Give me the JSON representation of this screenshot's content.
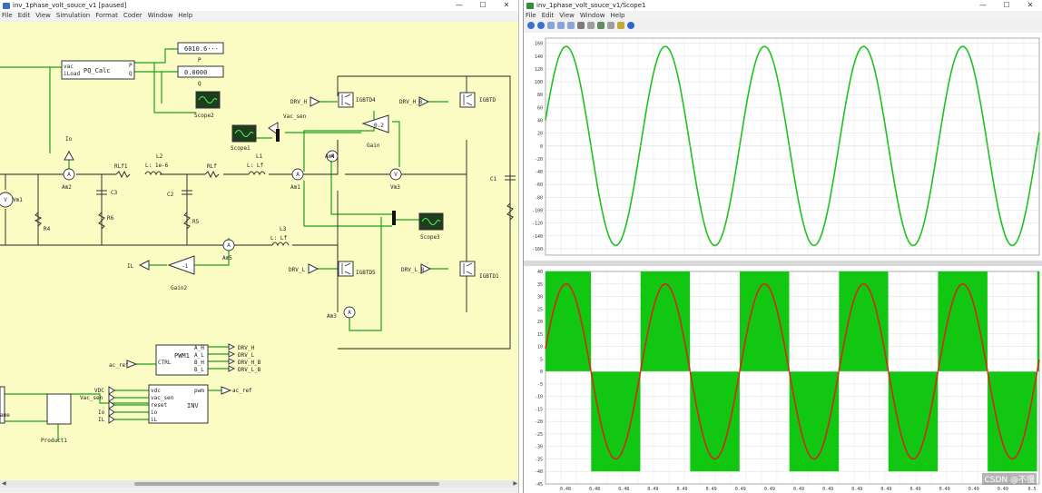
{
  "sim_window": {
    "title": "inv_1phase_volt_souce_v1 [paused]",
    "menu": [
      "File",
      "Edit",
      "View",
      "Simulation",
      "Format",
      "Coder",
      "Window",
      "Help"
    ],
    "controls": {
      "minimize": "—",
      "maximize": "☐",
      "close": "✕"
    }
  },
  "scope_window": {
    "title": "inv_1phase_volt_souce_v1/Scope1",
    "menu": [
      "File",
      "Edit",
      "View",
      "Window",
      "Help"
    ],
    "controls": {
      "minimize": "—",
      "maximize": "☐",
      "close": "✕"
    }
  },
  "colors": {
    "wire": "#1aa31a",
    "trace_green": "#1fc21f",
    "trace_red": "#d22a1a",
    "fill_green": "#12c712",
    "canvas": "#fbfbc4"
  },
  "schematic": {
    "pq_calc": {
      "label": "PQ_Calc",
      "ports_in": [
        "vac",
        "iLoad"
      ],
      "ports_out": [
        "P",
        "Q"
      ]
    },
    "displays": [
      {
        "value": "6010.6···",
        "label": "P"
      },
      {
        "value": "0.0000",
        "label": "Q"
      }
    ],
    "scopes": [
      "Scope2",
      "Scope1",
      "Scope3"
    ],
    "labels": {
      "io": "Io",
      "am2": "Am2",
      "am1": "Am1",
      "am4": "Am4",
      "am3": "Am3",
      "am5": "Am5",
      "vm1": "Vm1",
      "vm3": "Vm3",
      "rlf1": "RLf1",
      "l2": "L2",
      "l2_val": "L: 1e-6",
      "rlf": "RLf",
      "l1": "L1",
      "l1_val": "L: Lf",
      "l3": "L3",
      "l3_val": "L: Lf",
      "c3": "C3",
      "c2": "C2",
      "c1": "C1",
      "r4": "R4",
      "r6": "R6",
      "r5": "R5",
      "vac_sen": "Vac_sen",
      "gain": "Gain",
      "gain_val": "0.2",
      "gain2": "Gain2",
      "gain2_val": "-1",
      "il": "IL",
      "igbt4": "IGBTD4",
      "igbt": "IGBTD",
      "igbt5": "IGBTD5",
      "igbt1": "IGBTD1",
      "drv_h": "DRV_H",
      "drv_h_b": "DRV_H_B",
      "drv_l": "DRV_L",
      "drv_l_b": "DRV_L_B",
      "ac_ref_in": "ac_ref",
      "ctrl": "CTRL",
      "pwm1": "PWM1",
      "pwm_out": [
        "A_H",
        "A_L",
        "B_H",
        "B_L"
      ],
      "pwm_tags": [
        "DRV_H",
        "DRV_L",
        "DRV_H_B",
        "DRV_L_B"
      ],
      "inv": "INV",
      "inv_in": [
        "vdc",
        "vac_sen",
        "reset",
        "io",
        "iL"
      ],
      "inv_out": "pwm",
      "ac_ref_out": "ac_ref",
      "inv_tags": [
        "VDC",
        "Vac_sen",
        "",
        "Io",
        "IL"
      ],
      "product": "Product1",
      "ame": "ame"
    }
  },
  "chart_data": [
    {
      "type": "line",
      "panel": "top",
      "yticks": [
        160,
        140,
        120,
        100,
        80,
        60,
        40,
        20,
        0,
        -20,
        -40,
        -60,
        -80,
        -100,
        -120,
        -140,
        -160
      ],
      "ylim": [
        -170,
        168
      ],
      "series": [
        {
          "amplitude": 155,
          "cycles": 4.98,
          "phase_deg": 15,
          "color": "#1fc21f"
        }
      ]
    },
    {
      "type": "area",
      "panel": "bottom",
      "yticks": [
        40,
        35,
        30,
        25,
        20,
        15,
        10,
        5,
        0,
        -5,
        -10,
        -15,
        -20,
        -25,
        -30,
        -35,
        -40,
        -45
      ],
      "xticks": [
        "0.48",
        "0.48",
        "0.48",
        "0.49",
        "0.49",
        "0.49",
        "0.49",
        "0.49",
        "0.49",
        "0.49",
        "0.49",
        "0.49",
        "0.49",
        "0.49",
        "0.49",
        "0.49",
        "0.5"
      ],
      "ylim": [
        -45,
        40
      ],
      "series": [
        {
          "kind": "square",
          "amplitude": 40,
          "cycles": 4.98,
          "phase_deg": 15,
          "color": "#12c712"
        },
        {
          "kind": "sine",
          "amplitude": 35,
          "cycles": 4.98,
          "phase_deg": 15,
          "color": "#d22a1a"
        }
      ]
    }
  ],
  "watermark": "CSDN @不慢"
}
